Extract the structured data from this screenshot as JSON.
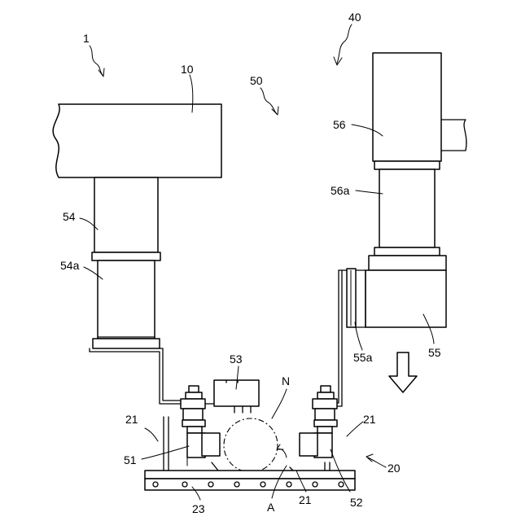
{
  "labels": {
    "n1": "1",
    "n10": "10",
    "n20": "20",
    "n21a": "21",
    "n21b": "21",
    "n21c": "21",
    "n23": "23",
    "n40": "40",
    "n50": "50",
    "n51": "51",
    "n52": "52",
    "n53": "53",
    "n54": "54",
    "n54a": "54a",
    "n55": "55",
    "n55a": "55a",
    "n56": "56",
    "n56a": "56a",
    "nN": "N",
    "nA": "A"
  }
}
